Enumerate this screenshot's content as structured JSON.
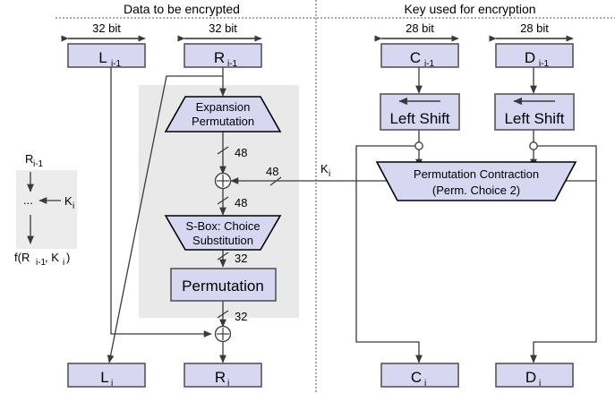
{
  "diagram": {
    "title_left": "Data to be encrypted",
    "title_right": "Key used for encryption",
    "bit_left_1": "32 bit",
    "bit_left_2": "32 bit",
    "bit_right_1": "28 bit",
    "bit_right_2": "28 bit"
  },
  "blocks": {
    "L_prev": "L",
    "L_prev_sub": "i-1",
    "R_prev": "R",
    "R_prev_sub": "i-1",
    "C_prev": "C",
    "C_prev_sub": "i-1",
    "D_prev": "D",
    "D_prev_sub": "i-1",
    "L_out": "L",
    "L_out_sub": "i",
    "R_out": "R",
    "R_out_sub": "i",
    "C_out": "C",
    "C_out_sub": "i",
    "D_out": "D",
    "D_out_sub": "i",
    "expansion_line1": "Expansion",
    "expansion_line2": "Permutation",
    "sbox_line1": "S-Box: Choice",
    "sbox_line2": "Substitution",
    "permutation": "Permutation",
    "left_shift_1": "Left Shift",
    "left_shift_2": "Left Shift",
    "perm_contraction_line1": "Permutation Contraction",
    "perm_contraction_line2": "(Perm. Choice 2)"
  },
  "widths": {
    "exp_out": "48",
    "xor_out": "48",
    "key_in": "48",
    "sbox_out": "32",
    "perm_out": "32"
  },
  "key_label": {
    "text": "K",
    "sub": "i"
  },
  "legend": {
    "input_text": "R",
    "input_sub": "i-1",
    "dots": "...",
    "key_text": "K",
    "key_sub": "i",
    "func_prefix": "f(R",
    "func_sub1": "i-1",
    "func_mid": ", K",
    "func_sub2": "i",
    "func_suffix": ")"
  },
  "colors": {
    "box_fill": "#d7d7f2",
    "box_stroke": "#55555c",
    "region_fill": "#e9e9e9",
    "line": "#3a3a3a",
    "text": "#000000"
  }
}
